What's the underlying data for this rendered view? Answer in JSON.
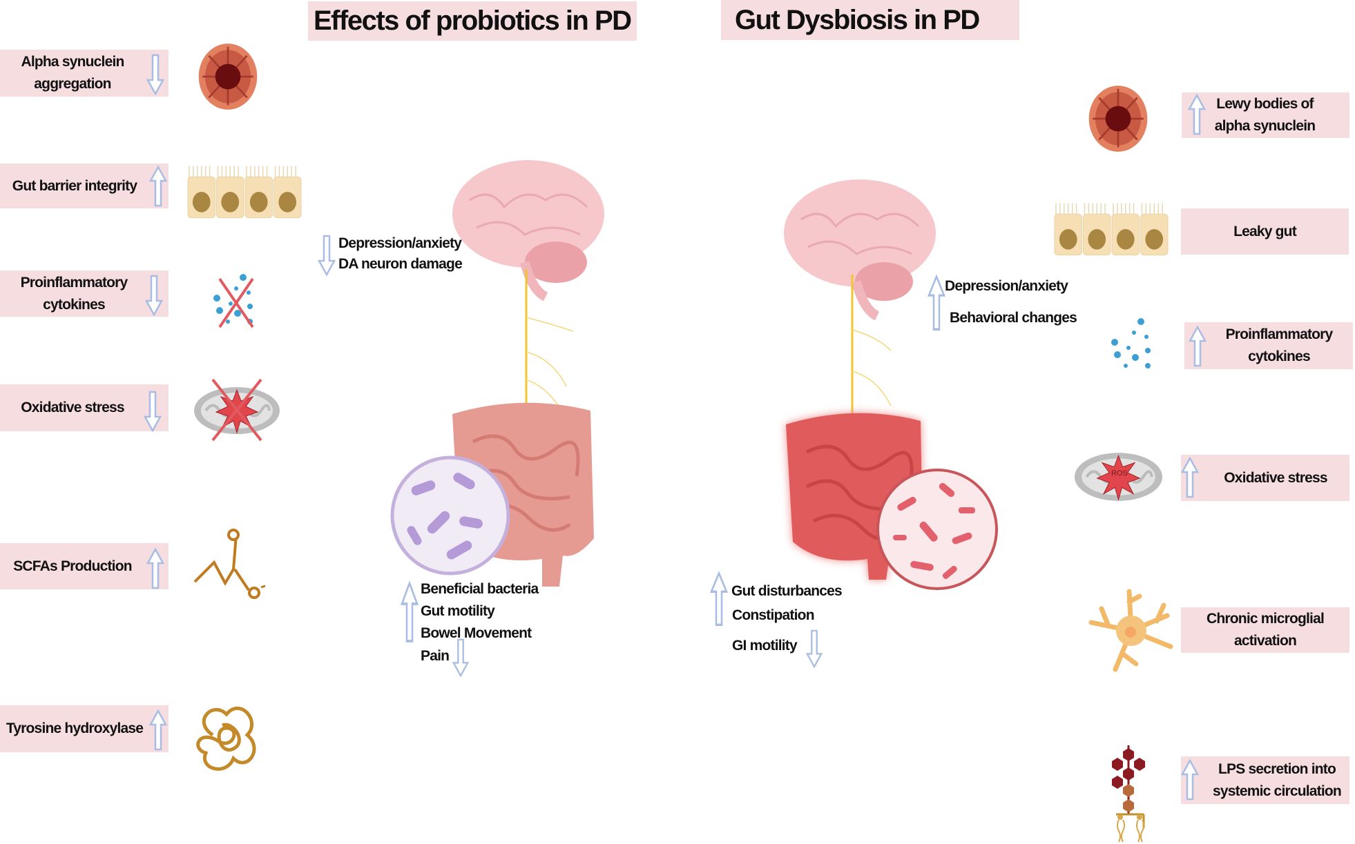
{
  "titles": {
    "probiotics": "Effects of probiotics in PD",
    "dysbiosis": "Gut Dysbiosis in PD"
  },
  "left_items": [
    {
      "label": "Alpha synuclein aggregation",
      "direction": "down",
      "icon": "lewy-body-icon"
    },
    {
      "label": "Gut barrier integrity",
      "direction": "up",
      "icon": "gut-epithelium-icon"
    },
    {
      "label": "Proinflammatory cytokines",
      "direction": "down",
      "icon": "crossed-cytokines-icon"
    },
    {
      "label": "Oxidative stress",
      "direction": "down",
      "icon": "crossed-mitochondrion-icon"
    },
    {
      "label": "SCFAs Production",
      "direction": "up",
      "icon": "scfa-molecule-icon"
    },
    {
      "label": "Tyrosine hydroxylase",
      "direction": "up",
      "icon": "protein-icon"
    }
  ],
  "right_items": [
    {
      "label": "Lewy bodies of alpha synuclein",
      "direction": "up",
      "icon": "lewy-body-icon"
    },
    {
      "label": "Leaky gut",
      "direction": "none",
      "icon": "gut-epithelium-icon"
    },
    {
      "label": "Proinflammatory cytokines",
      "direction": "up",
      "icon": "cytokines-icon"
    },
    {
      "label": "Oxidative stress",
      "direction": "up",
      "icon": "mitochondrion-ros-icon"
    },
    {
      "label": "Chronic microglial activation",
      "direction": "none",
      "icon": "microglia-icon"
    },
    {
      "label": "LPS secretion into systemic circulation",
      "direction": "up",
      "icon": "lps-icon"
    }
  ],
  "probiotics_center": {
    "brain_effects": [
      "Depression/anxiety",
      "DA neuron damage"
    ],
    "gut_effects_up": [
      "Beneficial bacteria",
      "Gut motility",
      "Bowel Movement"
    ],
    "gut_effects_down": [
      "Pain"
    ]
  },
  "dysbiosis_center": {
    "brain_effects": [
      "Depression/anxiety",
      "Behavioral changes"
    ],
    "gut_effects_up": [
      "Gut disturbances",
      "Constipation"
    ],
    "gut_effects_down": [
      "GI motility"
    ],
    "ros_label": "ROS"
  },
  "colors": {
    "box": "#f5dde0",
    "arrow": "#a9bde3"
  }
}
